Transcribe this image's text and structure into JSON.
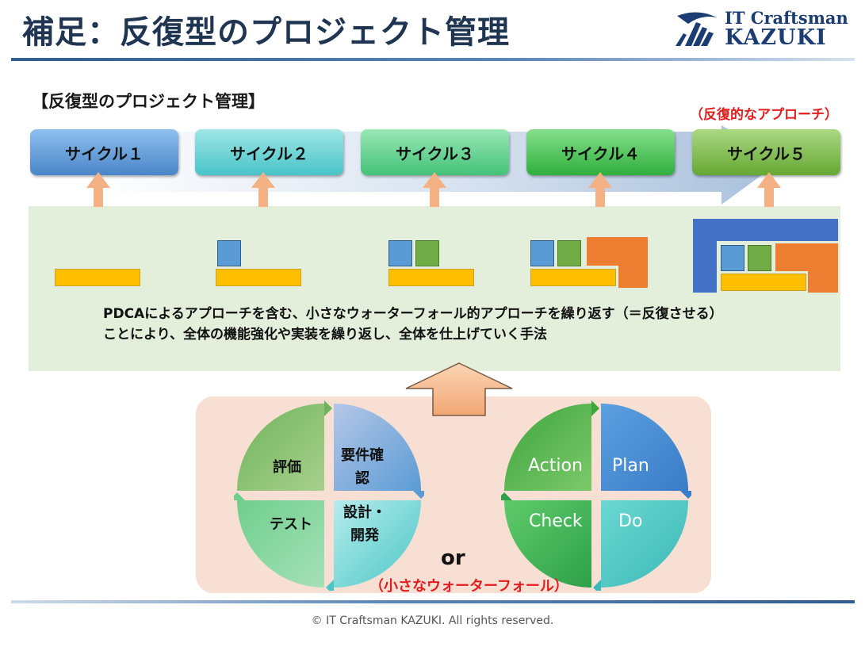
{
  "header": {
    "title": "補足：反復型のプロジェクト管理",
    "logo_top": "IT Craftsman",
    "logo_bottom": "KAZUKI"
  },
  "section": {
    "heading": "【反復型のプロジェクト管理】",
    "approach_label": "（反復的なアプローチ）"
  },
  "cycles": [
    "サイクル１",
    "サイクル２",
    "サイクル３",
    "サイクル４",
    "サイクル５"
  ],
  "description": {
    "line1": "PDCAによるアプローチを含む、小さなウォーターフォール的アプローチを繰り返す（＝反復させる）",
    "line2": "ことにより、全体の機能強化や実装を繰り返し、全体を仕上げていく手法"
  },
  "waterfall_cycle": {
    "requirements_line1": "要件確",
    "requirements_line2": "認",
    "design_line1": "設計・",
    "design_line2": "開発",
    "test": "テスト",
    "evaluation": "評価"
  },
  "pdca_cycle": {
    "plan": "Plan",
    "do": "Do",
    "check": "Check",
    "action": "Action"
  },
  "or_label": "or",
  "small_waterfall_label": "（小さなウォーターフォール）",
  "footer": "© IT Craftsman KAZUKI. All rights reserved.",
  "colors": {
    "title": "#1f3552",
    "accent_red": "#e11d1d",
    "cycle_1": "#5b9bd5",
    "cycle_2": "#5fd0d0",
    "cycle_3": "#5dd08a",
    "cycle_4": "#3fbf4f",
    "cycle_5": "#78b843",
    "feature_bar": "#fdbf00",
    "feature_blue": "#5b9bd5",
    "feature_green": "#70ad47",
    "feature_orange": "#ed7d31",
    "feature_dark_blue": "#4472c4"
  },
  "icons": {
    "logo": "crane-logo-icon",
    "arrow": "up-arrow-icon"
  }
}
